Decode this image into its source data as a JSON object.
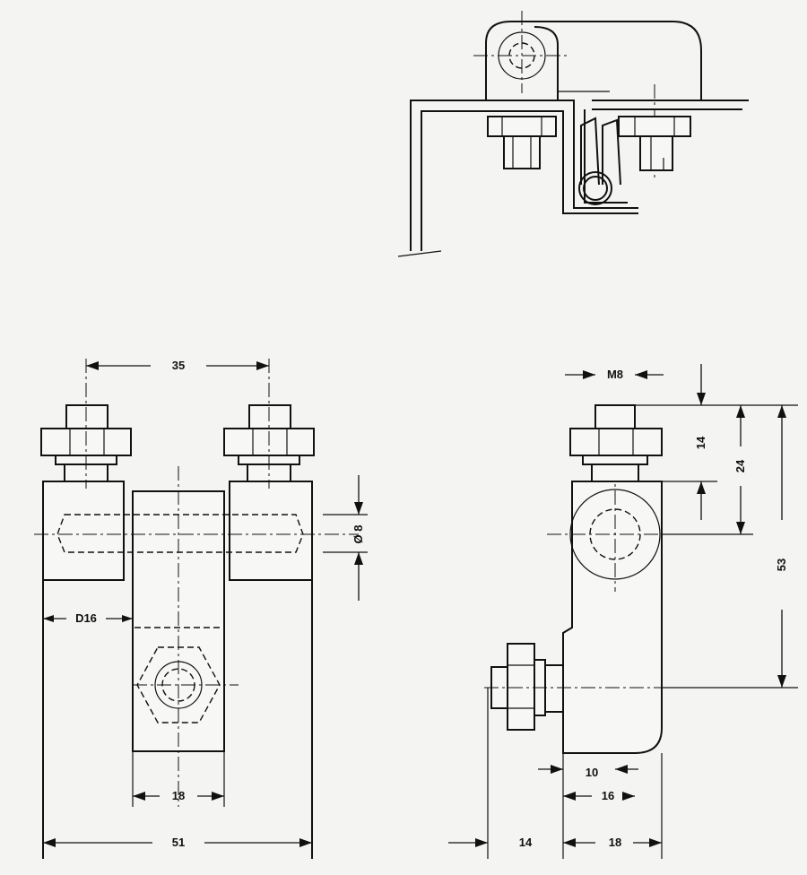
{
  "dimensions": {
    "bolt_spacing": "35",
    "pin_diameter": "Ø 8",
    "roller_diameter": "D16",
    "center_width": "18",
    "overall_width": "51",
    "thread": "M8",
    "nut_height": "14",
    "top_to_pin": "24",
    "top_to_base": "53",
    "foot_offset": "10",
    "side_width_16": "16",
    "side_width_18": "18",
    "bolt_projection": "14"
  }
}
